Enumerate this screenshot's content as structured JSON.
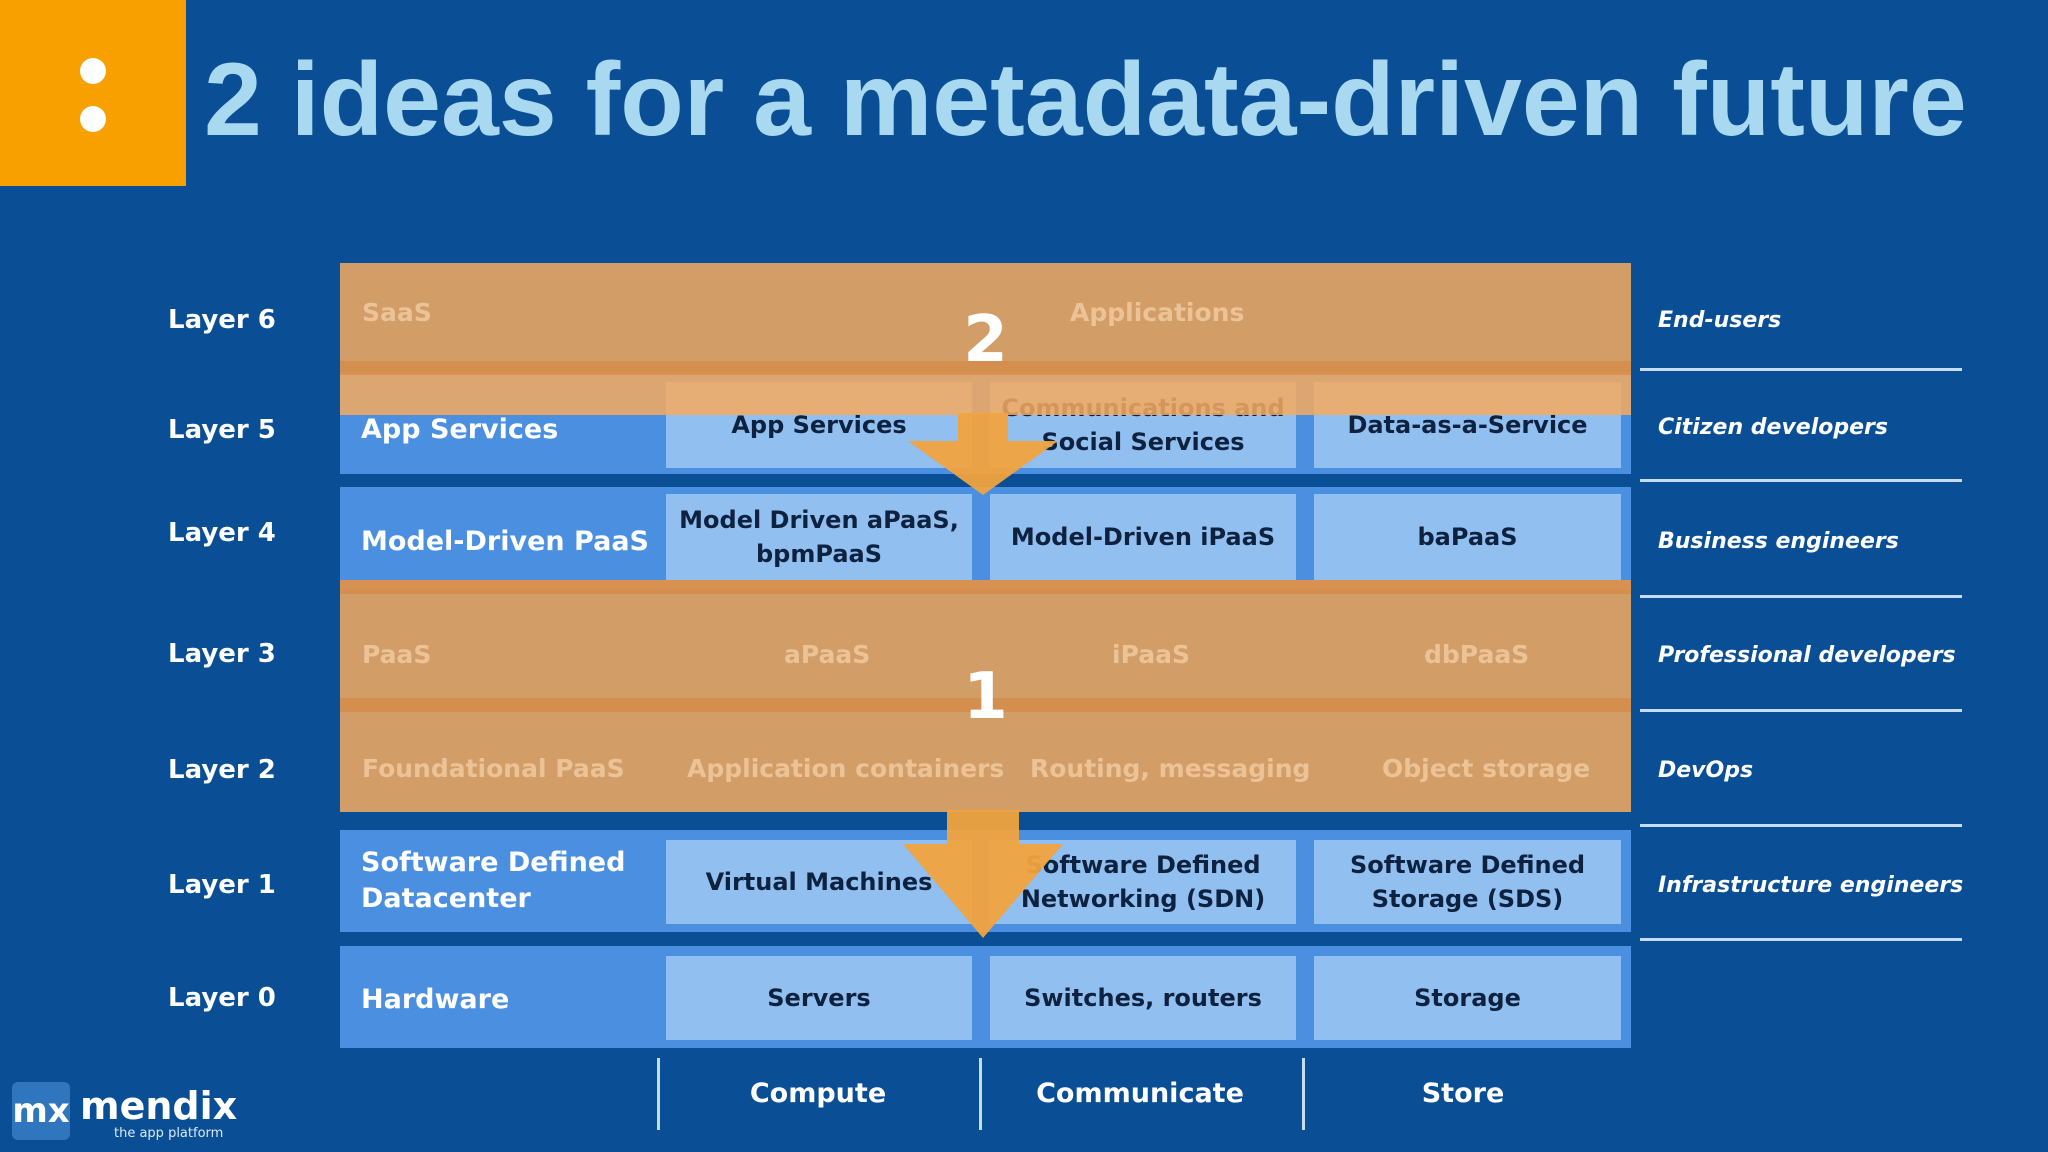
{
  "slide": {
    "title": "2 ideas for a metadata-driven future",
    "logo": {
      "mark": "mx",
      "name": "mendix",
      "tagline": "the app platform"
    }
  },
  "layers": [
    {
      "label": "Layer 6",
      "audience": "End-users"
    },
    {
      "label": "Layer 5",
      "title": "App Services",
      "cells": [
        "App Services",
        "Communications and Social Services",
        "Data-as-a-Service"
      ],
      "audience": "Citizen developers"
    },
    {
      "label": "Layer 4",
      "title": "Model-Driven PaaS",
      "cells": [
        "Model Driven aPaaS, bpmPaaS",
        "Model-Driven iPaaS",
        "baPaaS"
      ],
      "audience": "Business engineers"
    },
    {
      "label": "Layer 3",
      "audience": "Professional developers"
    },
    {
      "label": "Layer 2",
      "audience": "DevOps"
    },
    {
      "label": "Layer 1",
      "title": "Software Defined Datacenter",
      "cells": [
        "Virtual Machines",
        "Software Defined Networking (SDN)",
        "Software Defined Storage (SDS)"
      ],
      "audience": "Infrastructure engineers"
    },
    {
      "label": "Layer 0",
      "title": "Hardware",
      "cells": [
        "Servers",
        "Switches, routers",
        "Storage"
      ]
    }
  ],
  "overlays": {
    "top": {
      "number": "2",
      "row_title": "SaaS",
      "cell": "Applications"
    },
    "bottom": {
      "number": "1",
      "layer3": {
        "title": "PaaS",
        "cells": [
          "aPaaS",
          "iPaaS",
          "dbPaaS"
        ]
      },
      "layer2": {
        "title": "Foundational PaaS",
        "cells": [
          "Application containers",
          "Routing, messaging",
          "Object storage"
        ]
      }
    }
  },
  "columns": [
    "Compute",
    "Communicate",
    "Store"
  ],
  "colors": {
    "background": "#0a4f96",
    "accent": "#f7a000",
    "band": "#4a8fe0",
    "cell": "#90bff0",
    "title": "#a9d9f0"
  }
}
